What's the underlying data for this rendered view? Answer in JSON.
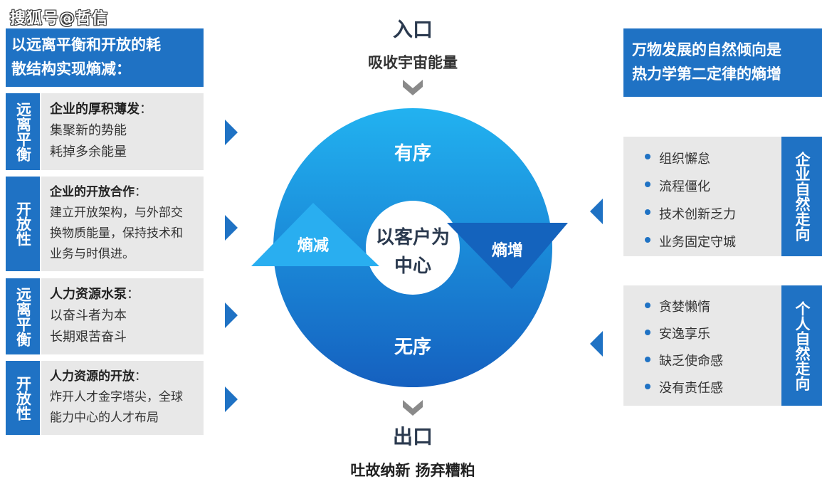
{
  "watermark": "搜狐号@哲信",
  "left": {
    "header_line1": "以远离平衡和开放的耗",
    "header_line2": "散结构实现熵减：",
    "blocks": [
      {
        "tag": "远离平衡",
        "title": "企业的厚积薄发",
        "sep": "：",
        "lines": [
          "集聚新的势能",
          "耗掉多余能量"
        ]
      },
      {
        "tag": "开放性",
        "title": "企业的开放合作",
        "sep": "：",
        "lines": [
          "建立开放架构，与外部交",
          "换物质能量，保持技术和",
          "业务与时俱进。"
        ]
      },
      {
        "tag": "远离平衡",
        "title": "人力资源水泵",
        "sep": "：",
        "lines": [
          "以奋斗者为本",
          "长期艰苦奋斗"
        ]
      },
      {
        "tag": "开放性",
        "title": "人力资源的开放",
        "sep": "：",
        "lines": [
          "炸开人才金字塔尖，全球",
          "能力中心的人才布局"
        ]
      }
    ]
  },
  "center": {
    "entry_title": "入口",
    "entry_sub": "吸收宇宙能量",
    "top_label": "有序",
    "bottom_label": "无序",
    "core_line1": "以客户为",
    "core_line2": "中心",
    "left_tri": "熵减",
    "right_tri": "熵增",
    "exit_title": "出口",
    "exit_sub": "吐故纳新 扬弃糟粕"
  },
  "right": {
    "header_line1": "万物发展的自然倾向是",
    "header_line2": "热力学第二定律的熵增",
    "groups": [
      {
        "tag": "企业自然走向",
        "items": [
          "组织懈怠",
          "流程僵化",
          "技术创新乏力",
          "业务固定守城"
        ]
      },
      {
        "tag": "个人自然走向",
        "items": [
          "贪婪懒惰",
          "安逸享乐",
          "缺乏使命感",
          "没有责任感"
        ]
      }
    ]
  },
  "colors": {
    "primary": "#1f72c4",
    "ring_light": "#20b0ee",
    "ring_dark": "#1565c0",
    "panel_bg": "#e8e8e8"
  }
}
